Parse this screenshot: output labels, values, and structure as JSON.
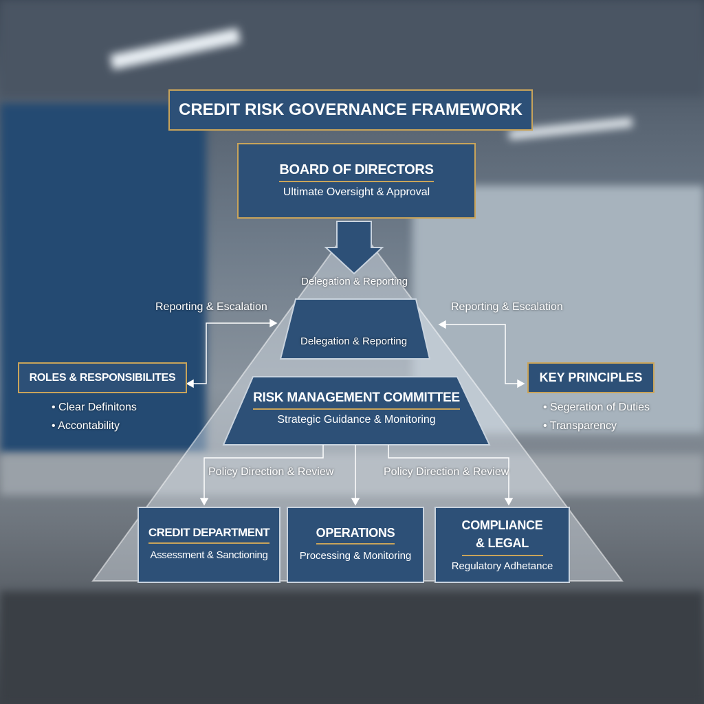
{
  "title": "CREDIT RISK GOVERNANCE FRAMEWORK",
  "board": {
    "title": "BOARD OF DIRECTORS",
    "subtitle": "Ultimate Oversight & Approval"
  },
  "delegation_label": "Delegation & Reporting",
  "delegation_box": "Delegation & Reporting",
  "rmc": {
    "title": "RISK MANAGEMENT COMMITTEE",
    "subtitle": "Strategic Guidance & Monitoring"
  },
  "left_escalation": "Reporting & Escalation",
  "right_escalation": "Reporting & Escalation",
  "roles": {
    "title": "ROLES & RESPONSIBILITES",
    "items": [
      "Clear Definitons",
      "Accontability"
    ]
  },
  "principles": {
    "title": "KEY PRINCIPLES",
    "items": [
      "Segeration of Duties",
      "Transparency"
    ]
  },
  "policy_left": "Policy Direction & Review",
  "policy_right": "Policy Direction & Review",
  "departments": [
    {
      "title": "CREDIT DEPARTMENT",
      "subtitle": "Assessment & Sanctioning"
    },
    {
      "title": "OPERATIONS",
      "subtitle": "Processing & Monitoring"
    },
    {
      "title_line1": "COMPLIANCE",
      "title_line2": "& LEGAL",
      "subtitle": "Regulatory Adhetance"
    }
  ],
  "colors": {
    "box": "#2d5077",
    "gold": "#c9a45a"
  }
}
